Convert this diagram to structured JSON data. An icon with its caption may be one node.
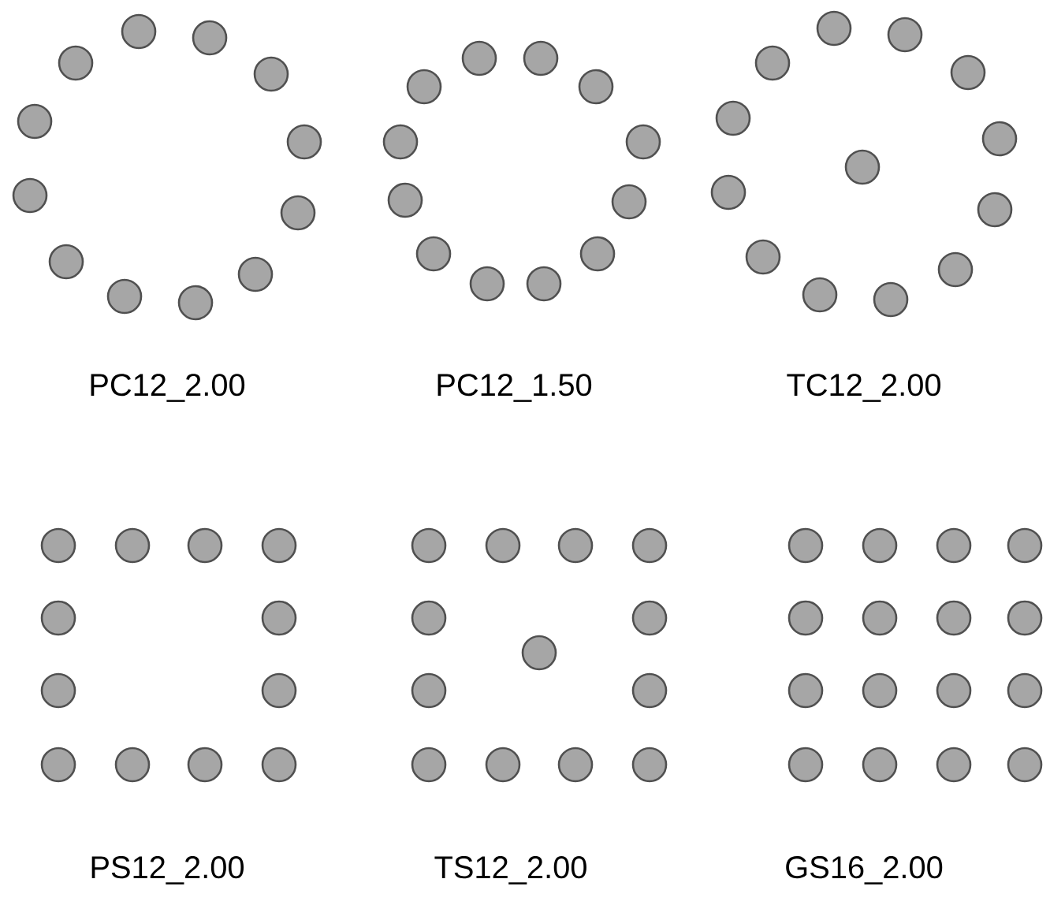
{
  "diagram": {
    "labels": [
      "PC12_2.00",
      "PC12_1.50",
      "TC12_2.00",
      "PS12_2.00",
      "TS12_2.00",
      "GS16_2.00"
    ]
  }
}
